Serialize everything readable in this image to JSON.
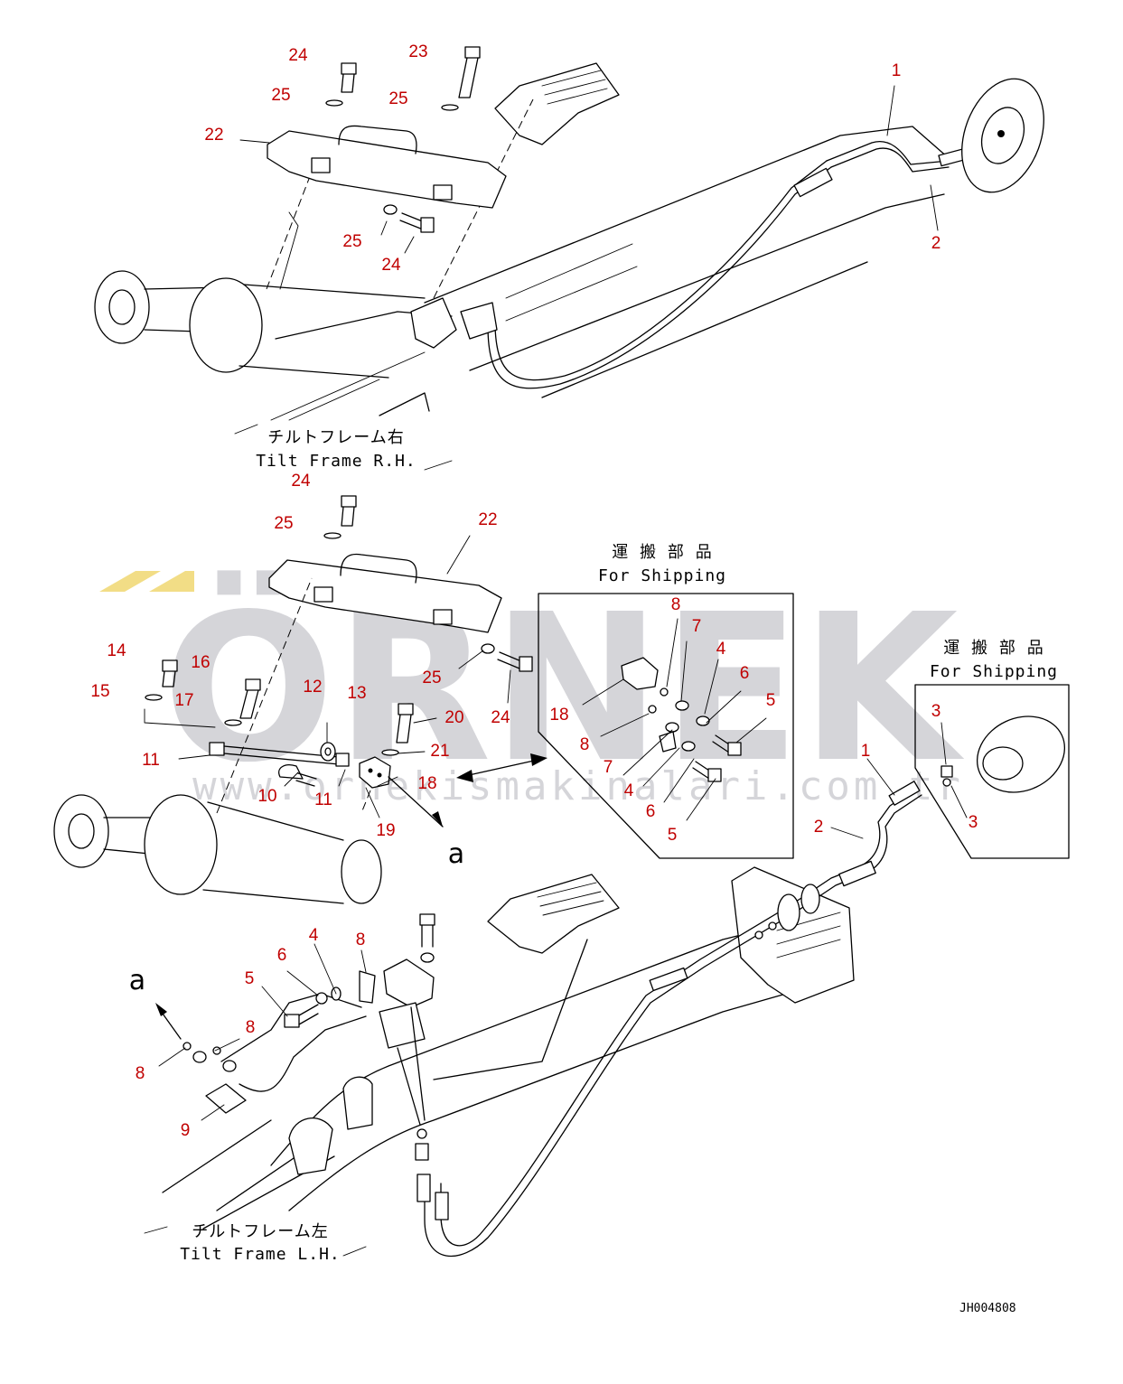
{
  "watermark": {
    "brand": "ÖRNEK",
    "url": "www.ornekismakinalari.com.tr",
    "color": "#d5d5d9",
    "accent": "#f2dd86"
  },
  "captions": {
    "rh_jp": "チルトフレーム右",
    "rh_en": "Tilt Frame R.H.",
    "lh_jp": "チルトフレーム左",
    "lh_en": "Tilt Frame L.H.",
    "ship1_jp": "運 搬 部 品",
    "ship1_en": "For Shipping",
    "ship2_jp": "運 搬 部 品",
    "ship2_en": "For Shipping"
  },
  "view_tags": {
    "a1": "a",
    "a2": "a"
  },
  "drawing_code": "JH004808",
  "callout_color": "#c00000",
  "callouts": {
    "c1": "24",
    "c2": "23",
    "c3": "25",
    "c4": "25",
    "c5": "22",
    "c6": "25",
    "c7": "24",
    "c8": "1",
    "c9": "2",
    "c10": "24",
    "c11": "25",
    "c12": "22",
    "c13": "14",
    "c14": "16",
    "c15": "15",
    "c16": "17",
    "c17": "12",
    "c18": "13",
    "c19": "20",
    "c20": "21",
    "c21": "11",
    "c22": "10",
    "c23": "11",
    "c24": "18",
    "c25": "19",
    "c26": "25",
    "c27": "24",
    "c28": "8",
    "c29": "7",
    "c30": "4",
    "c31": "6",
    "c32": "5",
    "c33": "18",
    "c34": "8",
    "c35": "7",
    "c36": "4",
    "c37": "6",
    "c38": "5",
    "c39": "3",
    "c40": "3",
    "c41": "1",
    "c42": "2",
    "c43": "4",
    "c44": "6",
    "c45": "8",
    "c46": "5",
    "c47": "8",
    "c48": "8",
    "c49": "9"
  }
}
